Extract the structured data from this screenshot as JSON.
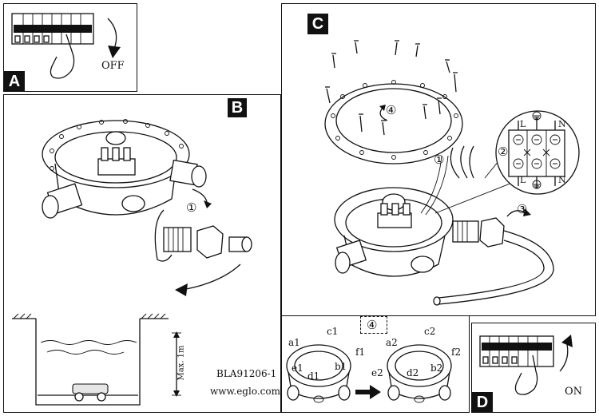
{
  "panels": {
    "a": {
      "badge": "A",
      "switch_label": "OFF"
    },
    "b": {
      "badge": "B",
      "step1": "①",
      "depth_label": "Max. 1m",
      "product_code": "BLA91206-1",
      "website": "www.eglo.com"
    },
    "c": {
      "badge": "C",
      "step1": "①",
      "step2": "②",
      "step3": "③",
      "step4": "④",
      "terminal_top": [
        "L",
        "N"
      ],
      "terminal_bottom": [
        "L",
        "N"
      ]
    },
    "detail": {
      "step4": "④",
      "before": [
        "a1",
        "c1",
        "f1",
        "e1",
        "d1",
        "b1"
      ],
      "after": [
        "a2",
        "c2",
        "f2",
        "e2",
        "d2",
        "b2"
      ]
    },
    "d": {
      "badge": "D",
      "switch_label": "ON"
    }
  },
  "colors": {
    "line": "#111111",
    "background": "#ffffff",
    "badge": "#111111"
  }
}
